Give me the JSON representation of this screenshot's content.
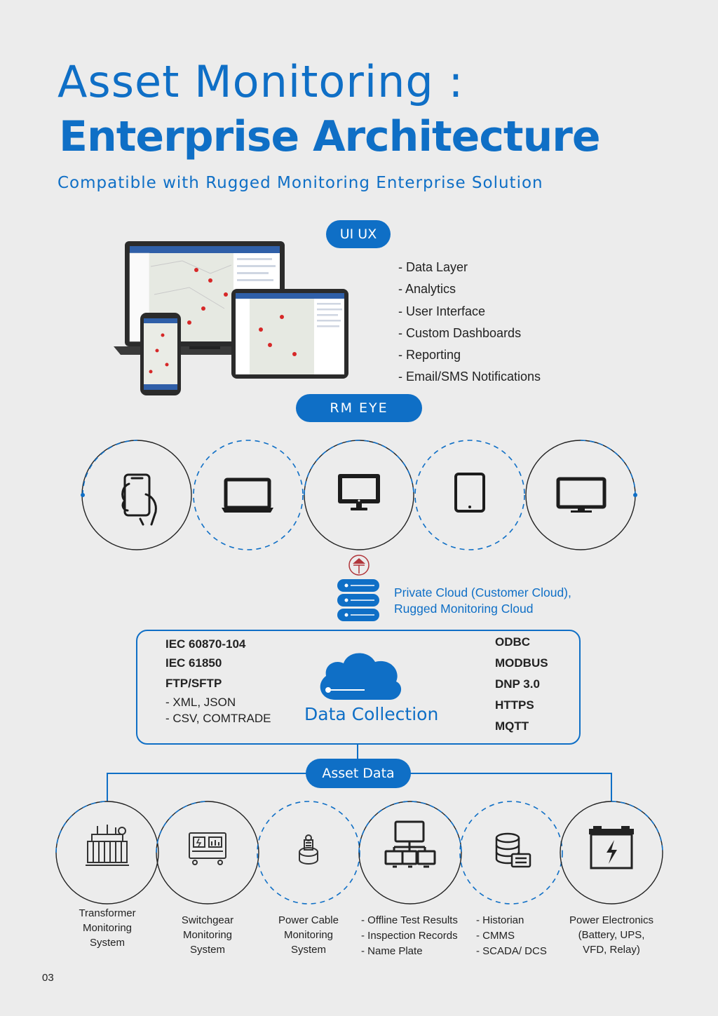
{
  "header": {
    "title_line1": "Asset Monitoring :",
    "title_line2": "Enterprise Architecture",
    "subtitle": "Compatible with Rugged Monitoring Enterprise Solution"
  },
  "uiux": {
    "pill": "UI UX",
    "features": [
      "- Data Layer",
      "- Analytics",
      "- User Interface",
      "- Custom Dashboards",
      "- Reporting",
      "- Email/SMS Notifications"
    ]
  },
  "rm_eye": {
    "pill": "RM EYE",
    "devices": [
      "smartphone-hand-icon",
      "laptop-icon",
      "desktop-monitor-icon",
      "tablet-icon",
      "tv-display-icon"
    ]
  },
  "cloud": {
    "line1": "Private Cloud (Customer Cloud),",
    "line2": "Rugged Monitoring Cloud"
  },
  "data_collection": {
    "label": "Data Collection",
    "left": [
      "IEC 60870-104",
      "IEC 61850",
      "FTP/SFTP"
    ],
    "left_sub": [
      "- XML, JSON",
      "- CSV, COMTRADE"
    ],
    "right": [
      "ODBC",
      "MODBUS",
      "DNP 3.0",
      "HTTPS",
      "MQTT"
    ]
  },
  "asset_data": {
    "pill": "Asset Data",
    "items": [
      {
        "icon": "transformer-icon",
        "lines": [
          "Transformer",
          "Monitoring",
          "System"
        ]
      },
      {
        "icon": "switchgear-icon",
        "lines": [
          "Switchgear",
          "Monitoring",
          "System"
        ]
      },
      {
        "icon": "power-cable-icon",
        "lines": [
          "Power Cable",
          "Monitoring",
          "System"
        ]
      },
      {
        "icon": "network-icon",
        "lines": [
          "- Offline Test Results",
          "- Inspection Records",
          "- Name Plate"
        ]
      },
      {
        "icon": "database-icon",
        "lines": [
          "- Historian",
          "- CMMS",
          "- SCADA/ DCS"
        ]
      },
      {
        "icon": "battery-icon",
        "lines": [
          "Power Electronics",
          "(Battery, UPS,",
          "VFD, Relay)"
        ]
      }
    ]
  },
  "page_number": "03",
  "colors": {
    "accent": "#0f6fc6",
    "background": "#ececec",
    "arrow_red": "#b0353a"
  }
}
